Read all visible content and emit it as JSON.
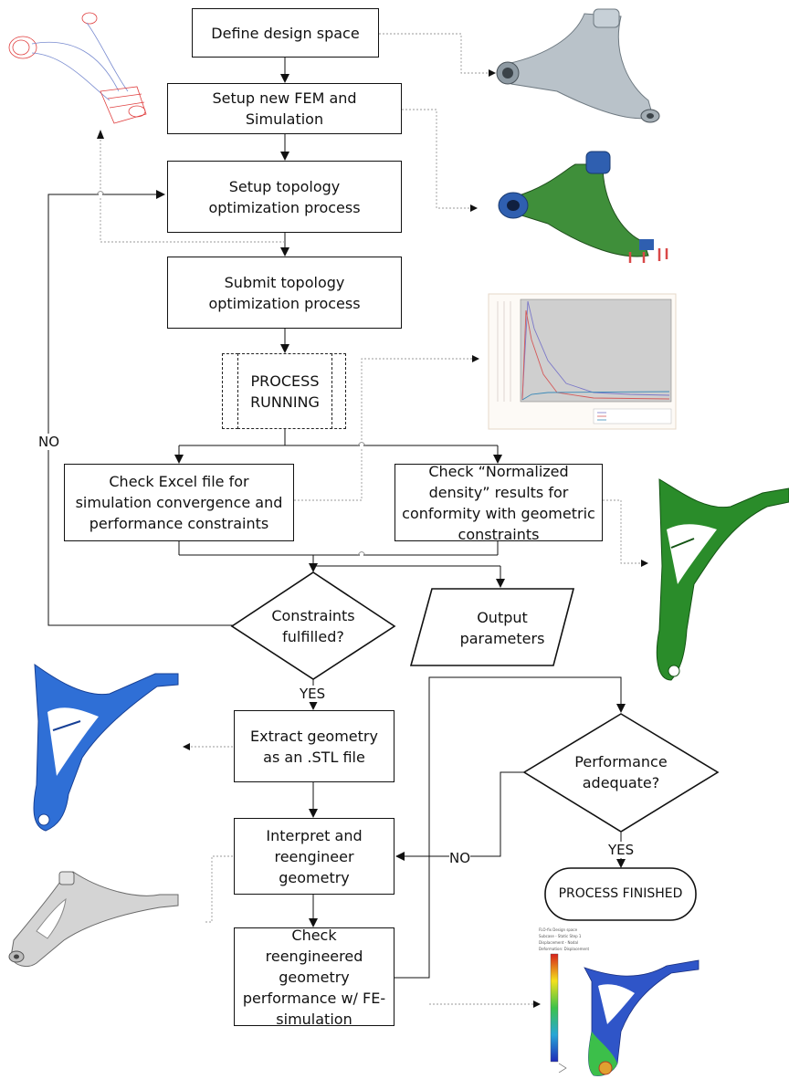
{
  "steps": {
    "define": "Define design space",
    "setup_fem": "Setup new FEM and Simulation",
    "setup_topo": "Setup topology optimization process",
    "submit_topo": "Submit topology optimization process",
    "running_1": "PROCESS",
    "running_2": "RUNNING",
    "check_excel": "Check Excel file for simulation convergence and performance constraints",
    "check_density": "Check “Normalized density” results for conformity with geometric constraints",
    "constraints_1": "Constraints",
    "constraints_2": "fulfilled?",
    "output_1": "Output",
    "output_2": "parameters",
    "extract": "Extract geometry as an .STL file",
    "interpret": "Interpret and reengineer geometry",
    "check_reeng": "Check reengineered geometry performance w/ FE-simulation",
    "performance_1": "Performance",
    "performance_2": "adequate?",
    "finished": "PROCESS FINISHED"
  },
  "labels": {
    "no_left": "NO",
    "yes_mid": "YES",
    "no_right": "NO",
    "yes_right": "YES"
  },
  "colors": {
    "line": "#111111",
    "dotted": "#999999",
    "cad_gray": "#b9c2c9",
    "mesh_green": "#1e8a1e",
    "topo_blue": "#2f6fd6",
    "stl_gray": "#cfcfcf"
  }
}
